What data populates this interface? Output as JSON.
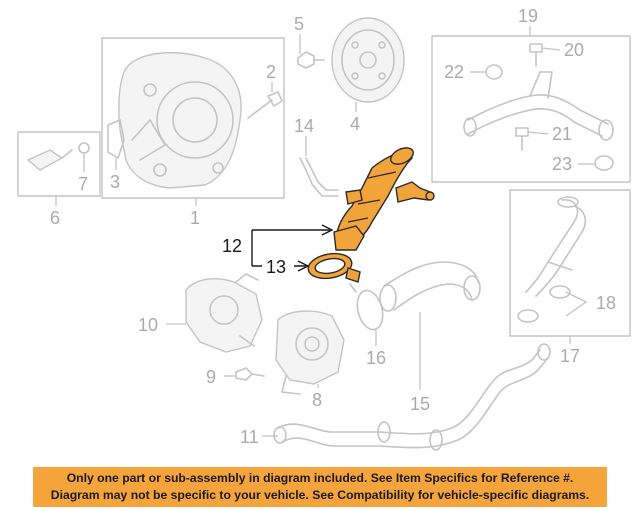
{
  "callouts": {
    "c1": "1",
    "c2": "2",
    "c3": "3",
    "c4": "4",
    "c5": "5",
    "c6": "6",
    "c7": "7",
    "c8": "8",
    "c9": "9",
    "c10": "10",
    "c11": "11",
    "c12": "12",
    "c13": "13",
    "c14": "14",
    "c15": "15",
    "c16": "16",
    "c17": "17",
    "c18": "18",
    "c19": "19",
    "c20": "20",
    "c21": "21",
    "c22": "22",
    "c23": "23"
  },
  "notice": {
    "line1": "Only one part or sub-assembly in diagram included. See Item Specifics for Reference #.",
    "line2": "Diagram may not be specific to your vehicle. See Compatibility for vehicle-specific diagrams."
  },
  "colors": {
    "highlight": "#f2a33a",
    "banner": "#f5a43c",
    "line_art": "#c4c4c4"
  }
}
